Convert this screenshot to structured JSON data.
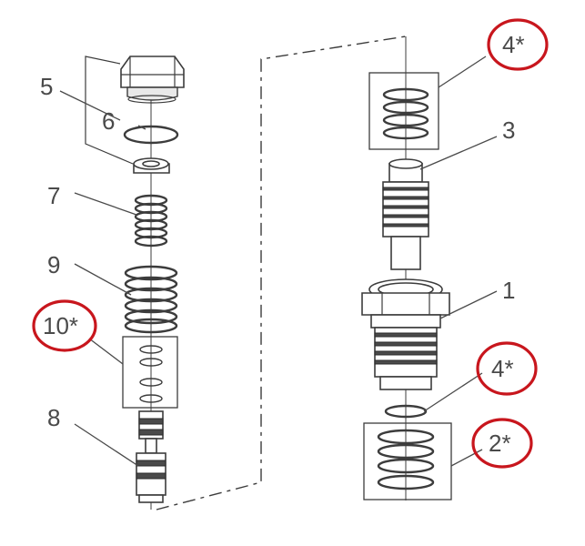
{
  "callouts": [
    {
      "id": "5",
      "text": "5",
      "highlighted": false
    },
    {
      "id": "6",
      "text": "6",
      "highlighted": false
    },
    {
      "id": "7",
      "text": "7",
      "highlighted": false
    },
    {
      "id": "9",
      "text": "9",
      "highlighted": false
    },
    {
      "id": "10",
      "text": "10*",
      "highlighted": true
    },
    {
      "id": "8",
      "text": "8",
      "highlighted": false
    },
    {
      "id": "4a",
      "text": "4*",
      "highlighted": true
    },
    {
      "id": "3",
      "text": "3",
      "highlighted": false
    },
    {
      "id": "1",
      "text": "1",
      "highlighted": false
    },
    {
      "id": "4b",
      "text": "4*",
      "highlighted": true
    },
    {
      "id": "2",
      "text": "2*",
      "highlighted": true
    }
  ],
  "colors": {
    "line": "#3c3c3c",
    "label": "#4a4a4a",
    "highlight_circle": "#c8161d",
    "background": "#ffffff"
  }
}
